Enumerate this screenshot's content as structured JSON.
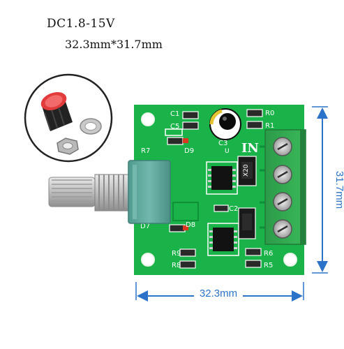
{
  "product": {
    "voltage_text": "DC1.8-15V",
    "size_text": "32.3mm*31.7mm"
  },
  "board": {
    "labels": {
      "c1": "C1",
      "c5": "C5",
      "c3": "C3",
      "c2": "C2",
      "r0": "R0",
      "r1": "R1",
      "r7": "R7",
      "r6": "R6",
      "r5": "R5",
      "r8": "R8",
      "r9": "R9",
      "d9": "D9",
      "d8": "D8",
      "d7": "D7",
      "in": "IN",
      "u": "U",
      "chip": "X20"
    }
  },
  "dimensions": {
    "width": "32.3mm",
    "height": "31.7mm"
  },
  "colors": {
    "pcb": "#19b34a",
    "dimension": "#2a73c9",
    "terminal": "#2fa84f",
    "pot": "#5aa59a",
    "knob_cap": "#e23b3b"
  }
}
